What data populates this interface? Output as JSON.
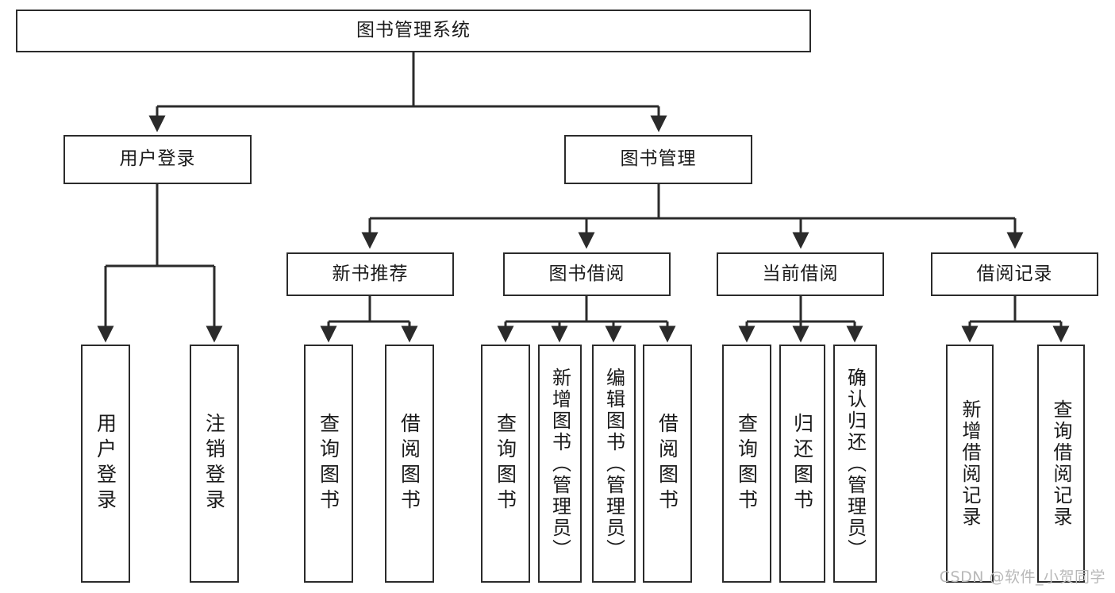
{
  "diagram": {
    "title": "图书管理系统",
    "type": "tree-hierarchy",
    "colors": {
      "box_border": "#2b2b2b",
      "box_fill": "#ffffff",
      "edge": "#2b2b2b",
      "text": "#1a1a1a",
      "watermark": "#b8b8b8",
      "background": "#ffffff"
    },
    "root": {
      "label": "图书管理系统"
    },
    "level2": [
      {
        "label": "用户登录"
      },
      {
        "label": "图书管理"
      }
    ],
    "level3": [
      {
        "label": "新书推荐"
      },
      {
        "label": "图书借阅"
      },
      {
        "label": "当前借阅"
      },
      {
        "label": "借阅记录"
      }
    ],
    "leaves": {
      "user_login": [
        {
          "label": "用户登录"
        },
        {
          "label": "注销登录"
        }
      ],
      "new_book_recommend": [
        {
          "label": "查询图书"
        },
        {
          "label": "借阅图书"
        }
      ],
      "book_borrow": [
        {
          "label": "查询图书"
        },
        {
          "label": "新增图书（管理员）"
        },
        {
          "label": "编辑图书（管理员）"
        },
        {
          "label": "借阅图书"
        }
      ],
      "current_borrow": [
        {
          "label": "查询图书"
        },
        {
          "label": "归还图书"
        },
        {
          "label": "确认归还（管理员）"
        }
      ],
      "borrow_record": [
        {
          "label": "新增借阅记录"
        },
        {
          "label": "查询借阅记录"
        }
      ]
    },
    "watermark": "CSDN @软件_小贺同学"
  }
}
